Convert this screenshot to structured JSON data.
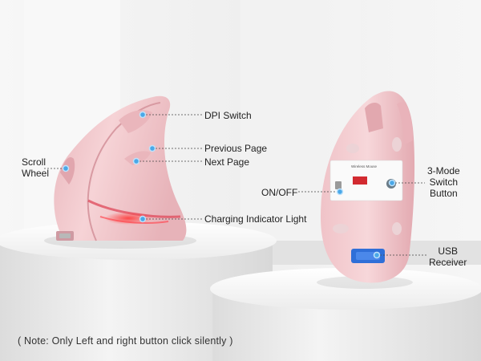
{
  "callouts": {
    "dpi_switch": "DPI Switch",
    "previous_page": "Previous Page",
    "next_page": "Next Page",
    "scroll_wheel_line1": "Scroll",
    "scroll_wheel_line2": "Wheel",
    "charging_indicator": "Charging Indicator Light",
    "on_off": "ON/OFF",
    "mode_switch_line1": "3-Mode",
    "mode_switch_line2": "Switch",
    "mode_switch_line3": "Button",
    "usb_receiver_line1": "USB",
    "usb_receiver_line2": "Receiver"
  },
  "note": "( Note: Only Left and right button click silently )",
  "label_sticker": {
    "title": "Wireless Mouse"
  },
  "colors": {
    "mouse_pink": "#f2c8cc",
    "callout_dot": "#4aa8e8",
    "indicator_red": "#e0323a",
    "receiver_blue": "#2f6fd8"
  }
}
